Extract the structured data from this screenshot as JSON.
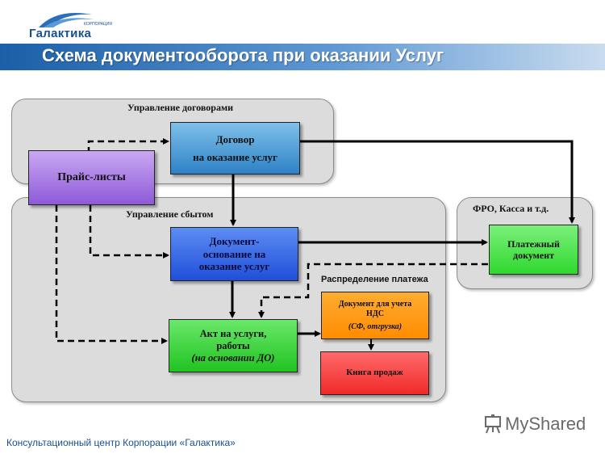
{
  "logo": {
    "name": "Галактика",
    "sub": "КОРПОРАЦИЯ"
  },
  "title": "Схема документооборота при оказании Услуг",
  "panels": {
    "contracts": "Управление договорами",
    "sales": "Управление сбытом",
    "fro": "ФРО, Касса и т.д."
  },
  "label_payment_distribution": "Распределение платежа",
  "boxes": {
    "contract": {
      "line1": "Договор",
      "line2": "на оказание услуг"
    },
    "pricelists": "Прайс-листы",
    "base_doc": {
      "line1": "Документ-",
      "line2": "основание на",
      "line3": "оказание услуг"
    },
    "act": {
      "line1": "Акт на услуги,",
      "line2": "работы",
      "line3": "(на основании ДО)"
    },
    "vat_doc": {
      "line1": "Документ для учета",
      "line2": "НДС",
      "line3": "(СФ, отгрузка)"
    },
    "sales_book": "Книга продаж",
    "payment": {
      "line1": "Платежный",
      "line2": "документ"
    }
  },
  "colors": {
    "contract": "#3a8fd0",
    "pricelists": "#9966dd",
    "base_doc": "#2f5fe0",
    "act": "#2ed02e",
    "vat_doc": "#ff9900",
    "sales_book": "#ff3b3b",
    "payment": "#33dd33"
  },
  "footer": "Консультационный центр Корпорации «Галактика»",
  "watermark": "MyShared"
}
